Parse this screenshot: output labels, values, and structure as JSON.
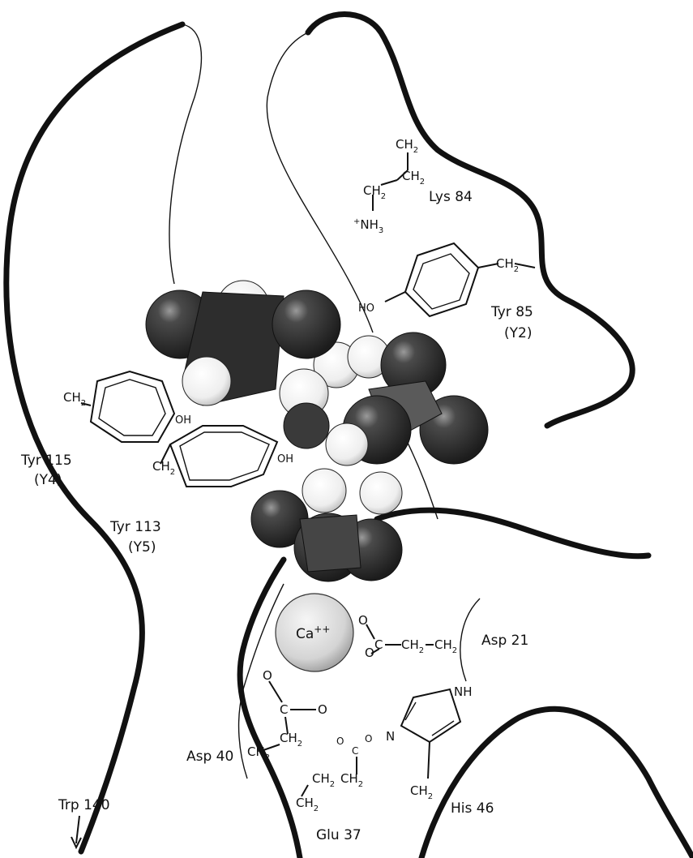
{
  "residues": {
    "lys84": "Lys 84",
    "tyr85": "Tyr 85",
    "tyr85_code": "(Y2)",
    "tyr115": "Tyr 115",
    "tyr115_code": "(Y4)",
    "tyr113": "Tyr 113",
    "tyr113_code": "(Y5)",
    "asp21": "Asp 21",
    "asp40": "Asp 40",
    "glu37": "Glu 37",
    "his46": "His 46",
    "trp140": "Trp 140"
  },
  "ion": {
    "label": "Ca",
    "charge": "++"
  },
  "groups": {
    "ch": "CH",
    "two": "2",
    "nh": "NH",
    "three": "3",
    "plus": "+",
    "ho": "HO",
    "oh": "OH",
    "o": "O",
    "c": "C",
    "n": "N"
  },
  "colors": {
    "background": "#ffffff",
    "ink": "#111111",
    "dark_atom": "#3a3a3a",
    "light_atom": "#f2f2f2",
    "calcium": "#dcdcdc"
  }
}
